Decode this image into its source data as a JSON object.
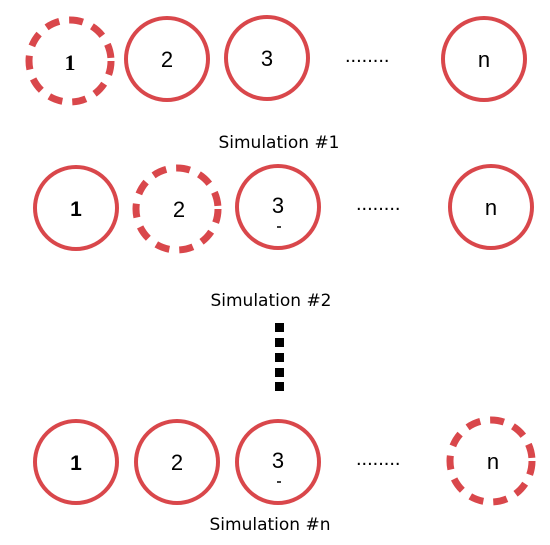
{
  "colors": {
    "circle": "#D9474B",
    "ink": "#000000"
  },
  "rows": [
    {
      "title": "Simulation #1",
      "nodes": [
        "1",
        "2",
        "3",
        "n"
      ],
      "dashed_index": 0,
      "ellipsis": "........"
    },
    {
      "title": "Simulation #2",
      "nodes": [
        "1",
        "2",
        "3",
        "n"
      ],
      "dashed_index": 1,
      "ellipsis": "........"
    },
    {
      "title": "Simulation #n",
      "nodes": [
        "1",
        "2",
        "3",
        "n"
      ],
      "dashed_index": 3,
      "ellipsis": "........"
    }
  ]
}
